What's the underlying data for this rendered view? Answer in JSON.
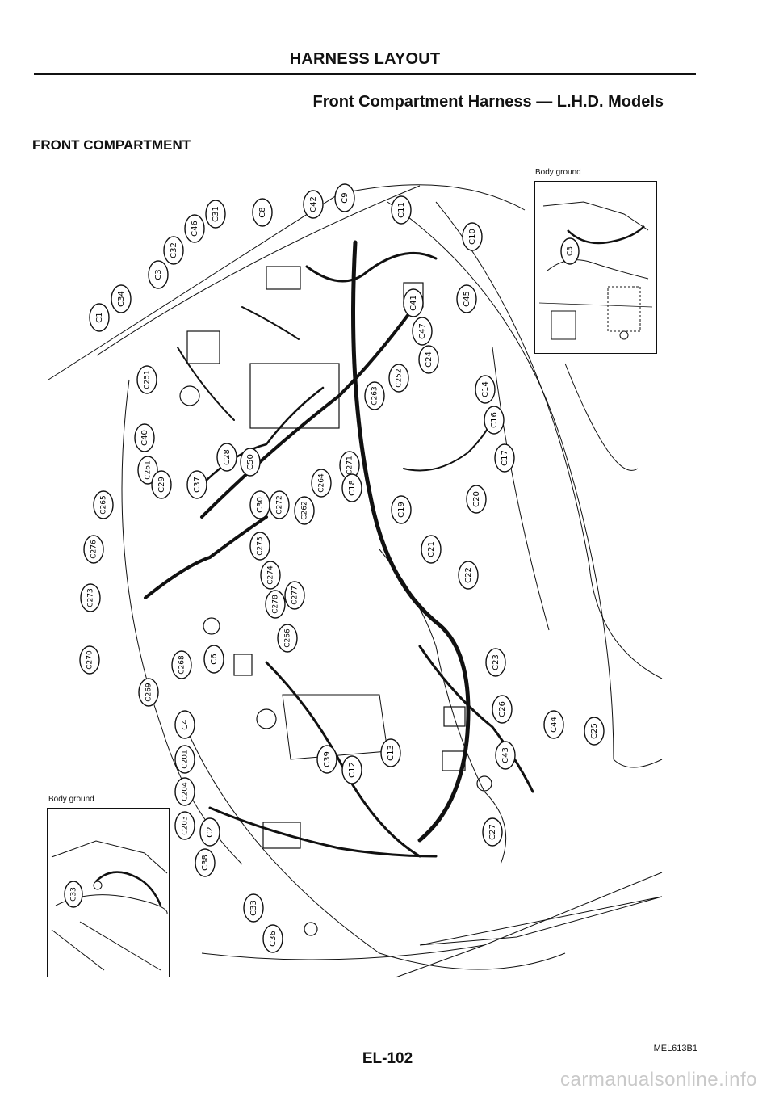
{
  "header": {
    "title": "HARNESS LAYOUT"
  },
  "subtitle": "Front Compartment Harness — L.H.D. Models",
  "section_title": "FRONT COMPARTMENT",
  "insets": [
    {
      "label": "Body ground",
      "connectors": [
        "C3"
      ]
    },
    {
      "label": "Body ground",
      "connectors": [
        "C33"
      ]
    }
  ],
  "connectors": [
    "C1",
    "C34",
    "C3",
    "C32",
    "C46",
    "C31",
    "C8",
    "C42",
    "C9",
    "C11",
    "C10",
    "C45",
    "C41",
    "C47",
    "C24",
    "C252",
    "C263",
    "C251",
    "C14",
    "C16",
    "C17",
    "C20",
    "C40",
    "C261",
    "C29",
    "C28",
    "C50",
    "C37",
    "C30",
    "C272",
    "C262",
    "C264",
    "C271",
    "C18",
    "C19",
    "C21",
    "C22",
    "C265",
    "C275",
    "C274",
    "C277",
    "C278",
    "C266",
    "C276",
    "C273",
    "C270",
    "C269",
    "C268",
    "C6",
    "C23",
    "C26",
    "C43",
    "C44",
    "C25",
    "C4",
    "C201",
    "C204",
    "C203",
    "C2",
    "C38",
    "C39",
    "C12",
    "C13",
    "C27",
    "C33",
    "C36"
  ],
  "footer": {
    "figure_code": "MEL613B1",
    "page_number": "EL-102"
  },
  "watermark": "carmanualsonline.info",
  "colors": {
    "ink": "#111111",
    "watermark": "#c9c9c9",
    "background": "#ffffff"
  }
}
